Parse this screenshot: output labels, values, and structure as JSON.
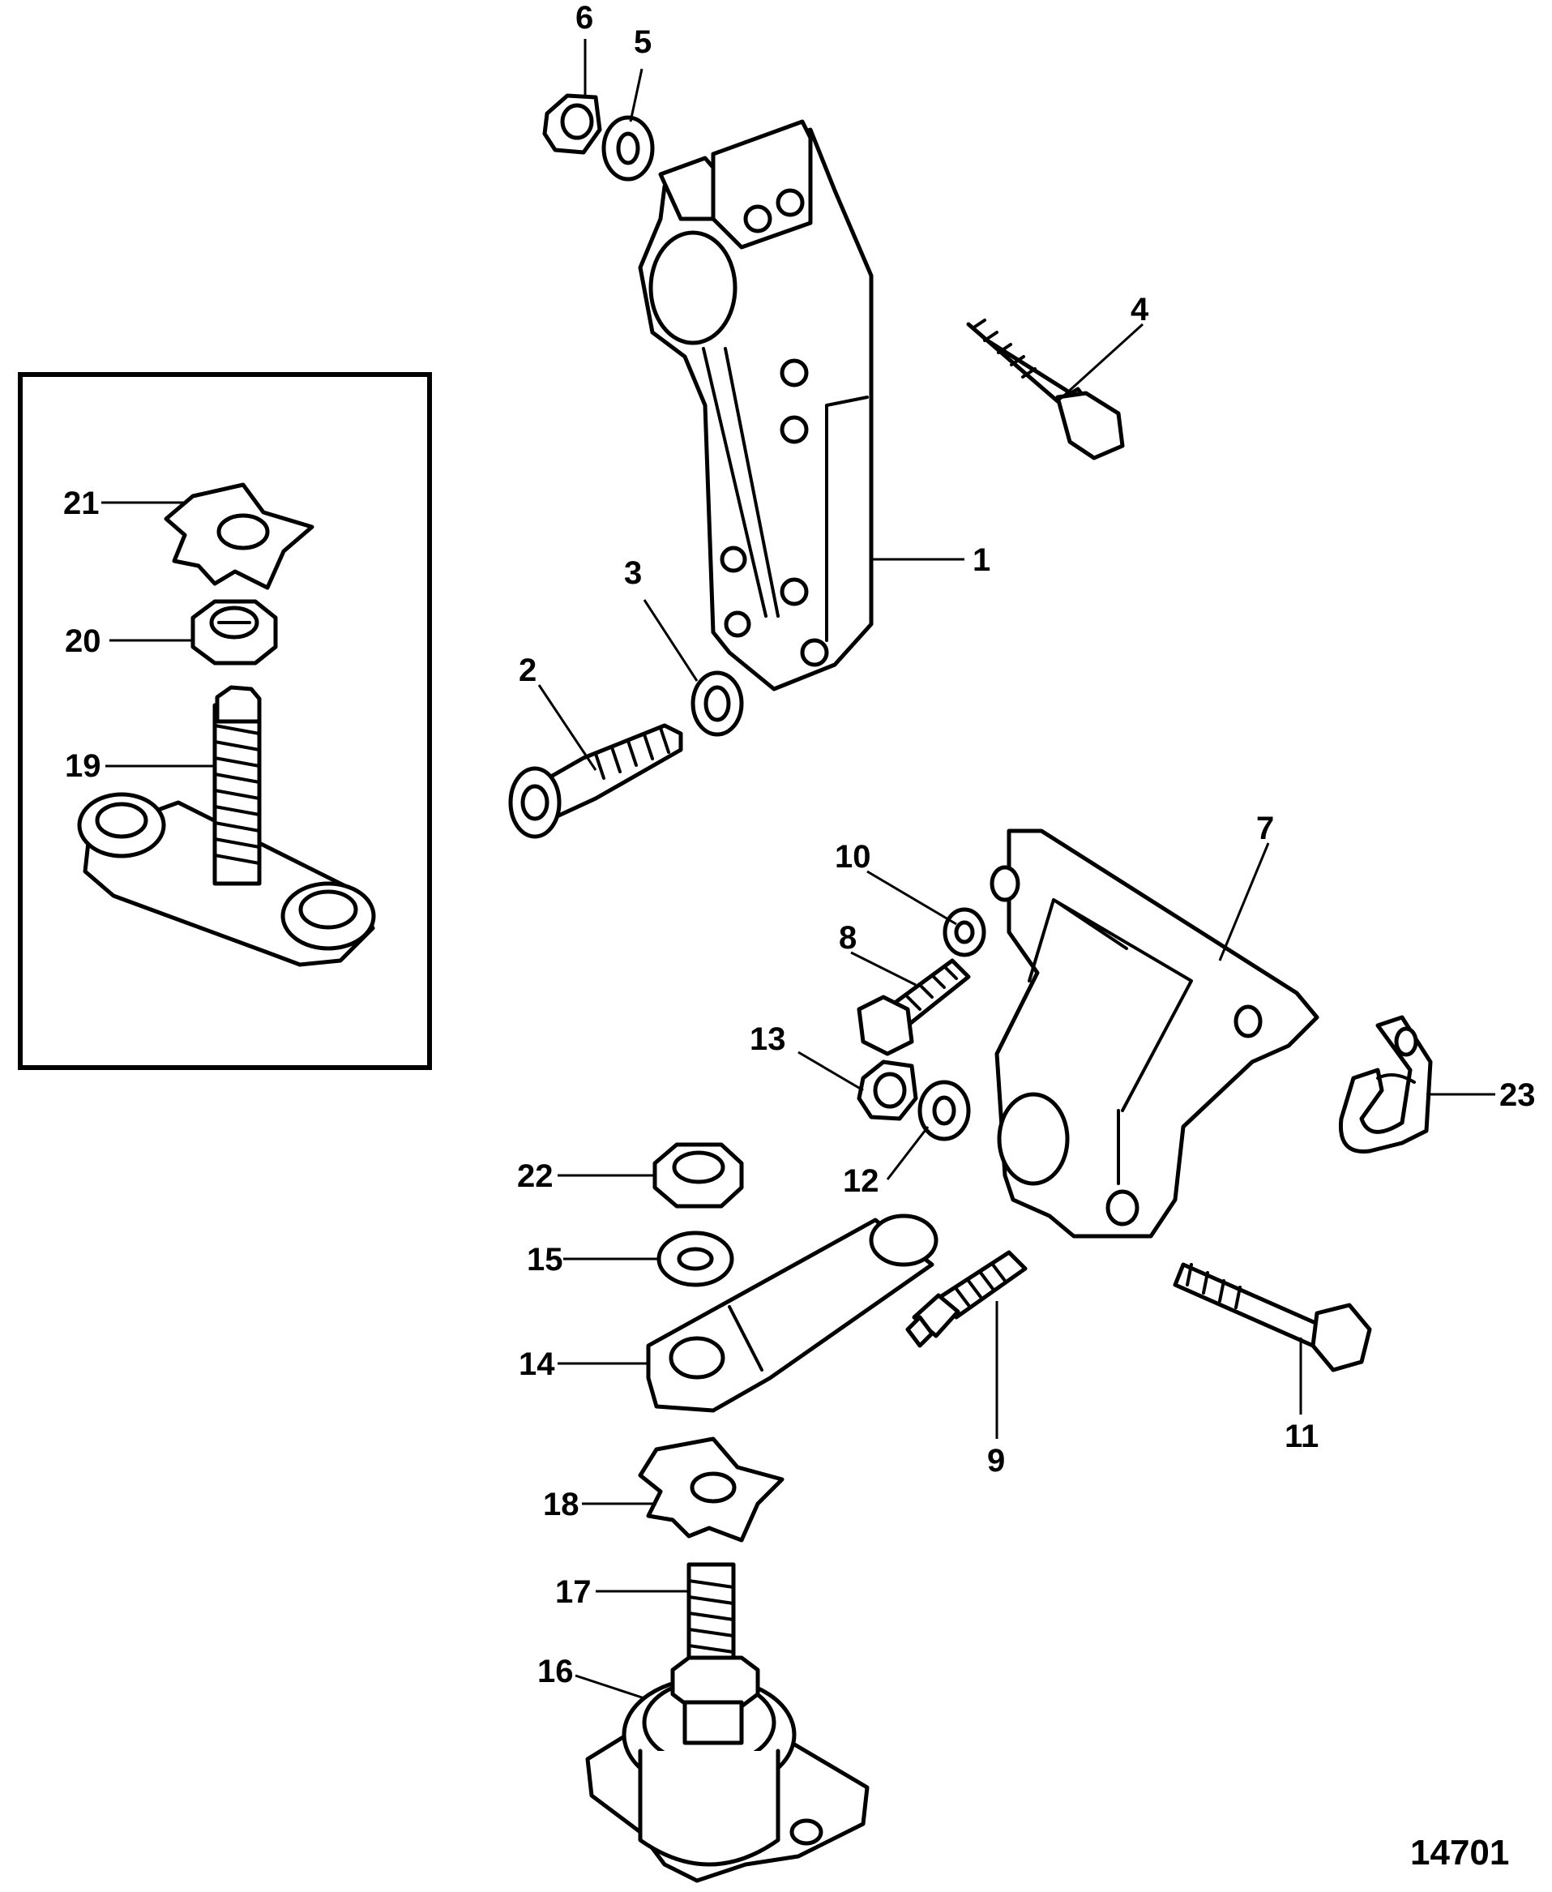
{
  "figure_number": "14701",
  "callouts": {
    "c1": "1",
    "c2": "2",
    "c3": "3",
    "c4": "4",
    "c5": "5",
    "c6": "6",
    "c7": "7",
    "c8": "8",
    "c9": "9",
    "c10": "10",
    "c11": "11",
    "c12": "12",
    "c13": "13",
    "c14": "14",
    "c15": "15",
    "c16": "16",
    "c17": "17",
    "c18": "18",
    "c19": "19",
    "c20": "20",
    "c21": "21",
    "c22": "22",
    "c23": "23"
  }
}
